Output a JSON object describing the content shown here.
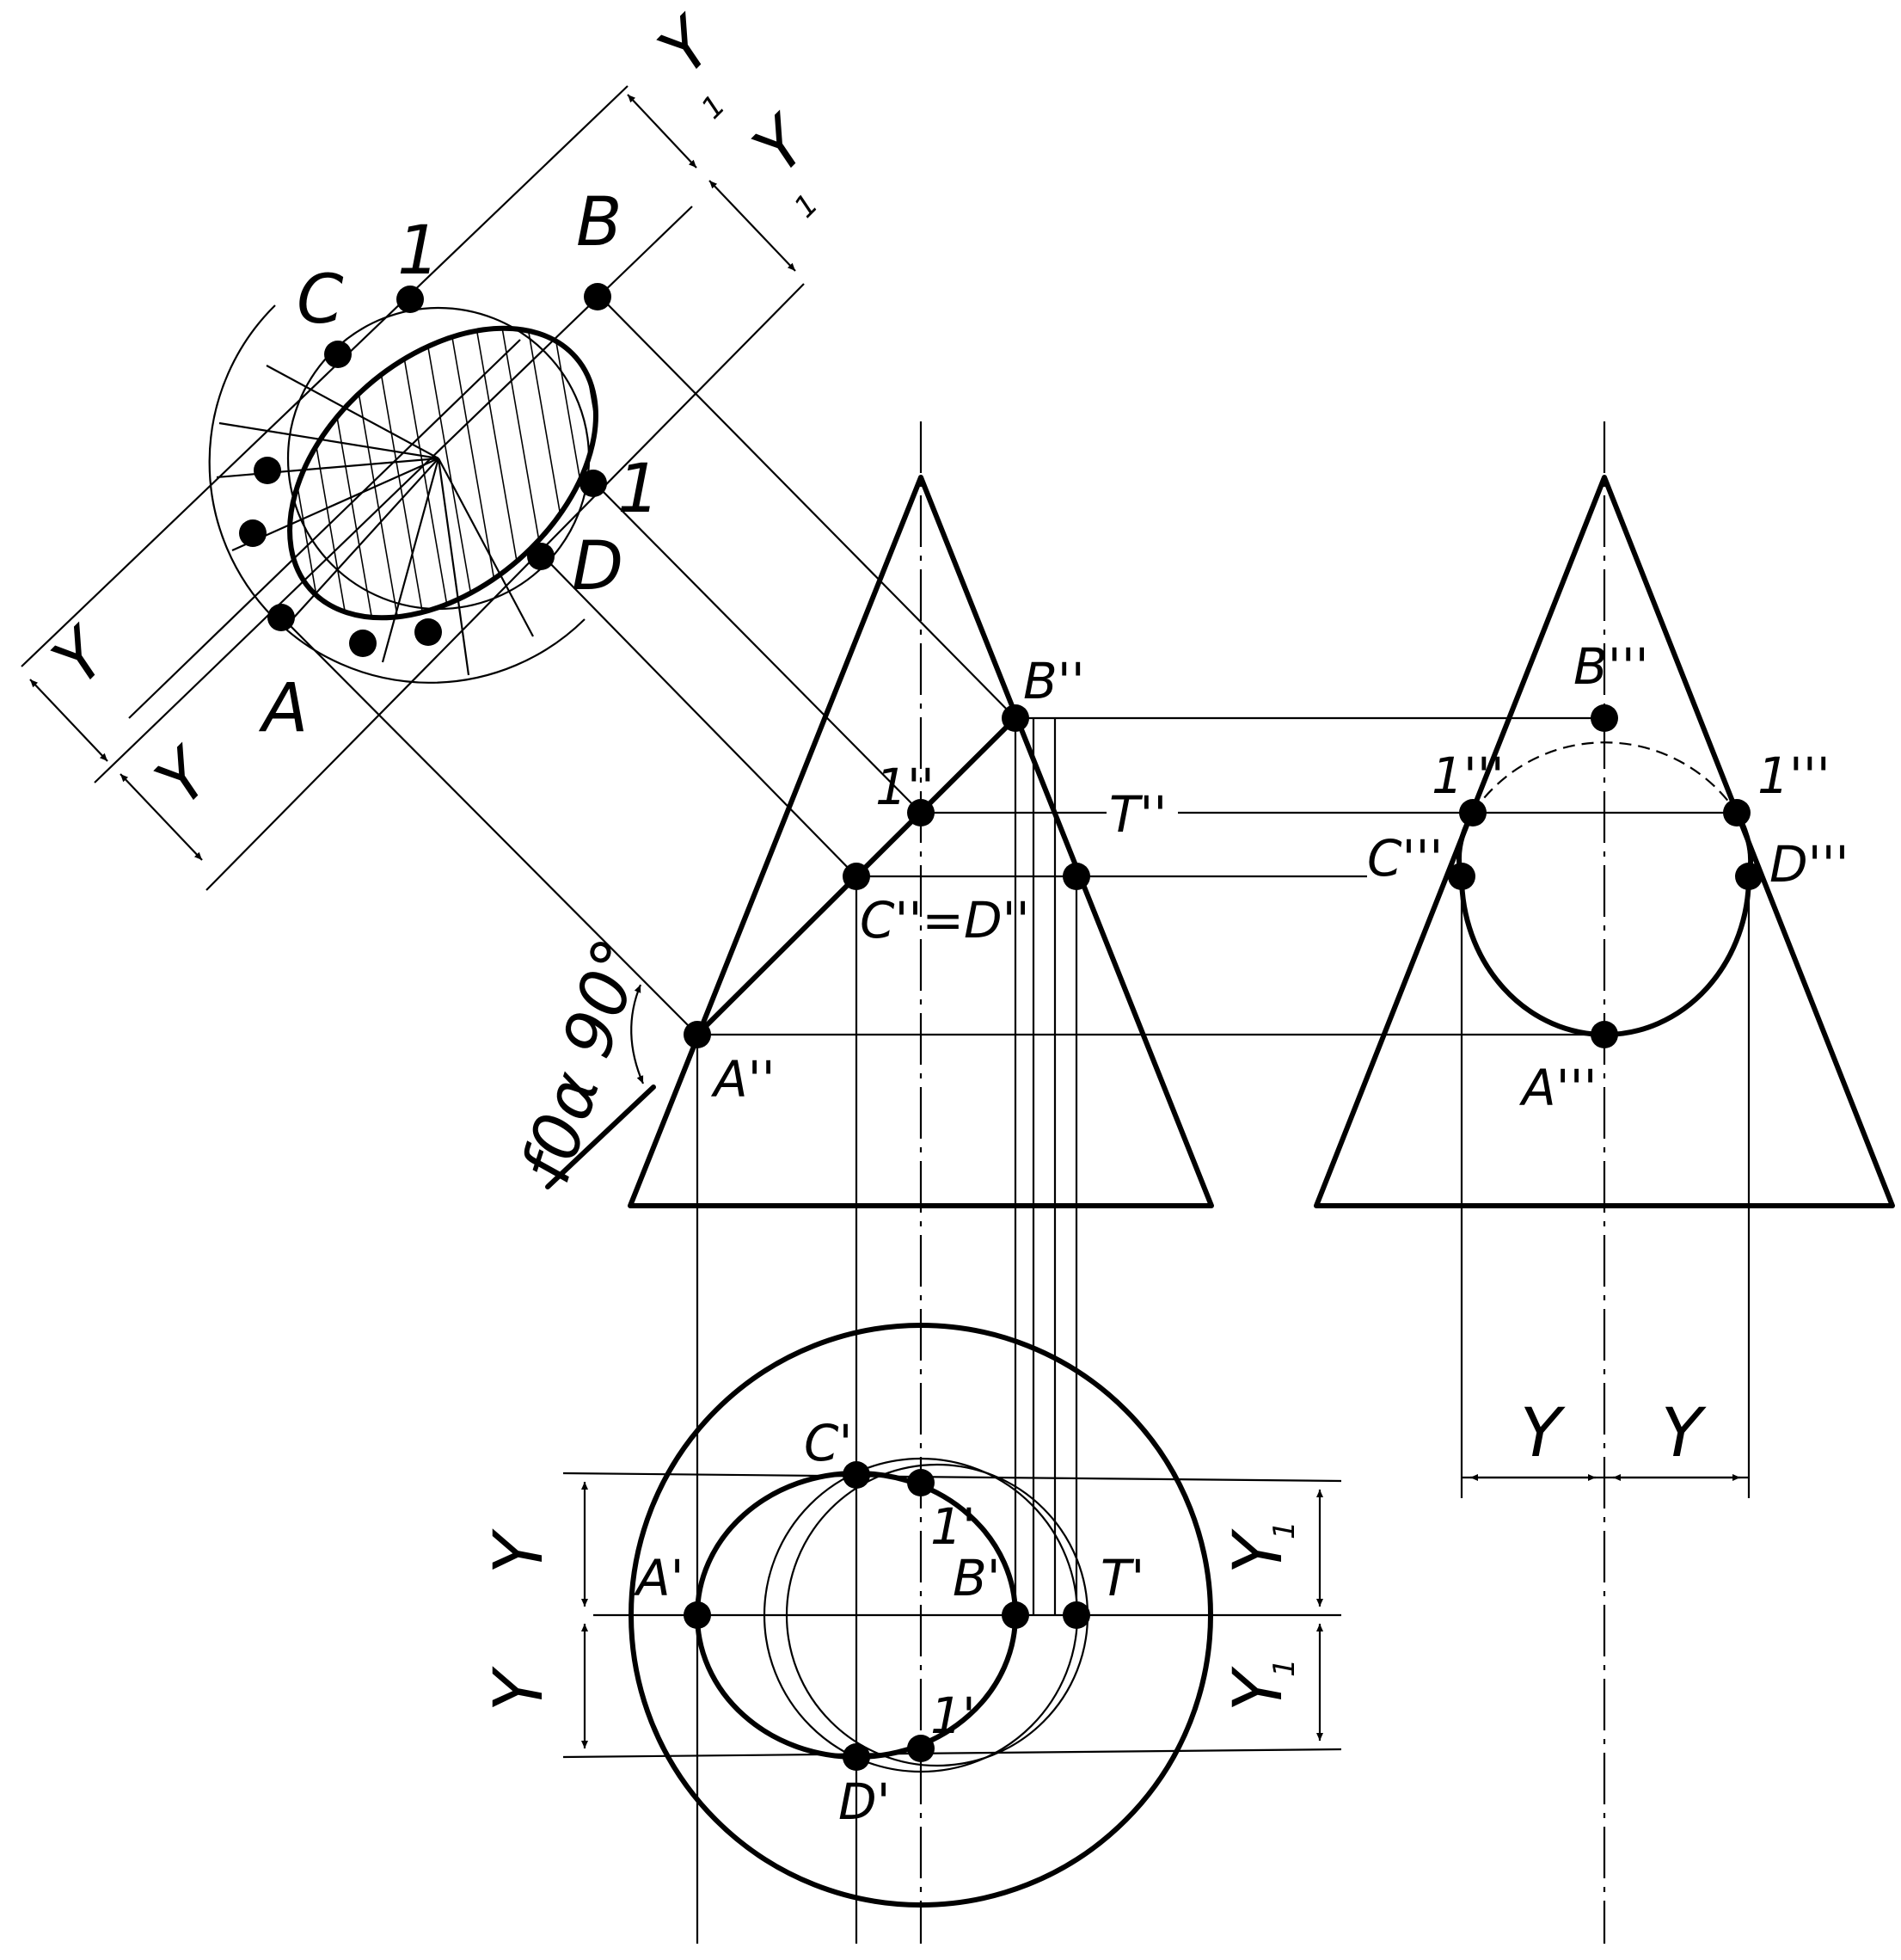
{
  "labels": {
    "top_C": "C",
    "top_1a": "1",
    "top_B": "B",
    "top_1b": "1",
    "top_D": "D",
    "top_A": "A",
    "front_B": "B''",
    "front_1": "1''",
    "front_T": "T''",
    "front_CD": "C''=D''",
    "front_A": "A''",
    "side_B": "B'''",
    "side_1l": "1'''",
    "side_1r": "1'''",
    "side_C": "C'''",
    "side_D": "D'''",
    "side_A": "A'''",
    "plan_C": "C'",
    "plan_1top": "1'",
    "plan_A": "A'",
    "plan_B": "B'",
    "plan_T": "T'",
    "plan_1bot": "1'",
    "plan_D": "D'",
    "angle_note": "f0α 90°"
  },
  "dimensions": {
    "Y": "Y",
    "Y1": "Y",
    "sub1": "1"
  },
  "colors": {
    "ink": "#000000",
    "paper": "#ffffff"
  }
}
